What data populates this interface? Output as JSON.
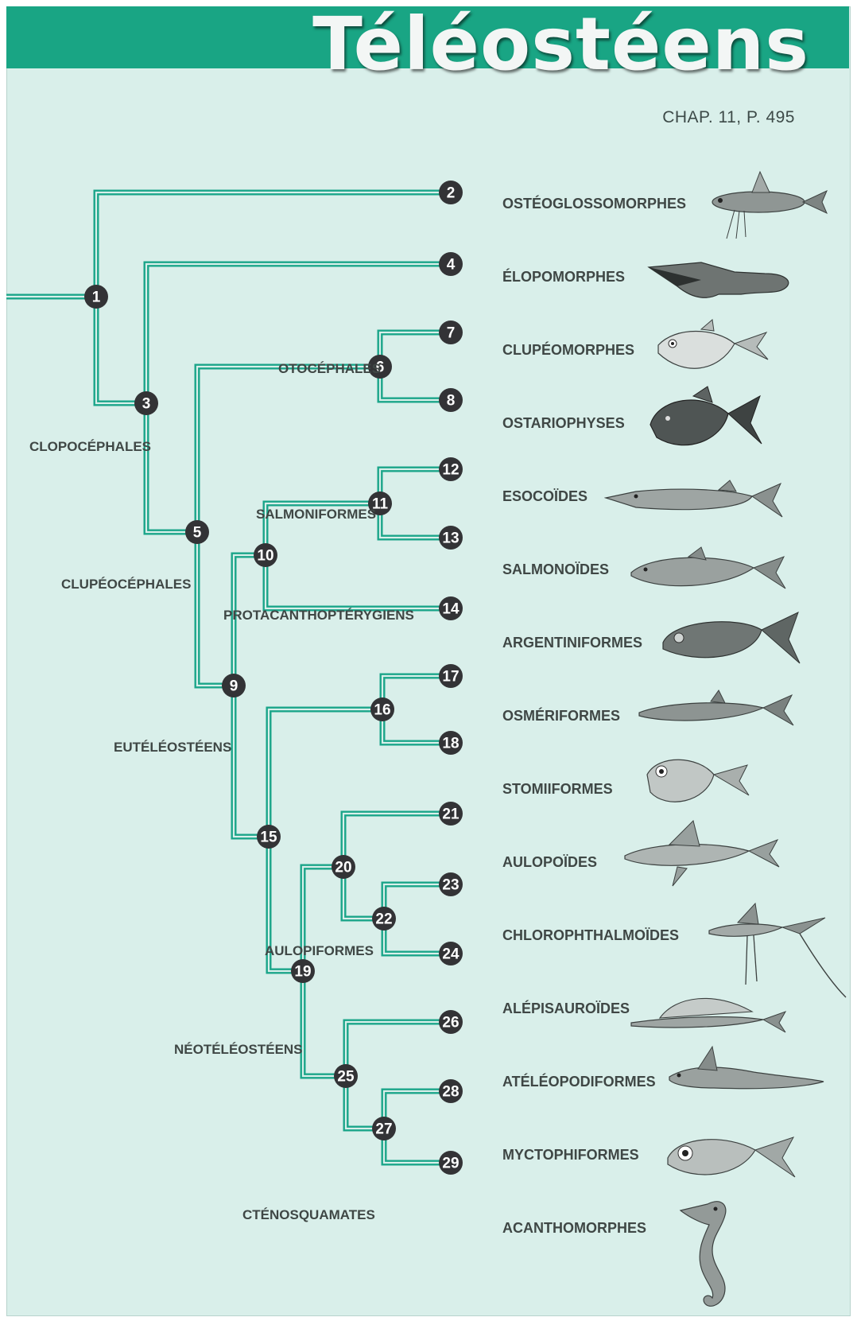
{
  "header": {
    "title": "Téléostéens",
    "chapter_ref": "CHAP. 11, P. 495"
  },
  "colors": {
    "background": "#d9efea",
    "header_band": "#19a584",
    "branch": "#1aa589",
    "node": "#333336",
    "text": "#3f4745"
  },
  "nodes": {
    "n1": "1",
    "n2": "2",
    "n3": "3",
    "n4": "4",
    "n5": "5",
    "n6": "6",
    "n7": "7",
    "n8": "8",
    "n9": "9",
    "n10": "10",
    "n11": "11",
    "n12": "12",
    "n13": "13",
    "n14": "14",
    "n15": "15",
    "n16": "16",
    "n17": "17",
    "n18": "18",
    "n19": "19",
    "n20": "20",
    "n21": "21",
    "n22": "22",
    "n23": "23",
    "n24": "24",
    "n25": "25",
    "n26": "26",
    "n27": "27",
    "n28": "28",
    "n29": "29"
  },
  "leaves": {
    "osteoglossomorphes": "OSTÉOGLOSSOMORPHES",
    "elopomorphes": "ÉLOPOMORPHES",
    "clupeomorphes": "CLUPÉOMORPHES",
    "ostariophyses": "OSTARIOPHYSES",
    "esocoides": "ESOCOÏDES",
    "salmonoides": "SALMONOÏDES",
    "argentiniformes": "ARGENTINIFORMES",
    "osmeriformes": "OSMÉRIFORMES",
    "stomiiformes": "STOMIIFORMES",
    "aulopoides": "AULOPOÏDES",
    "chlorophthalmoides": "CHLOROPHTHALMOÏDES",
    "alepisauroides": "ALÉPISAUROÏDES",
    "ateleopodiformes": "ATÉLÉOPODIFORMES",
    "myctophiformes": "MYCTOPHIFORMES",
    "acanthomorphes": "ACANTHOMORPHES"
  },
  "clades": {
    "clopocephales": "CLOPOCÉPHALES",
    "otocephales": "OTOCÉPHALES",
    "clupeocephales": "CLUPÉOCÉPHALES",
    "salmoniformes": "SALMONIFORMES",
    "protacanthopterygiens": "PROTACANTHOPTÉRYGIENS",
    "euteleosteens": "EUTÉLÉOSTÉENS",
    "aulopiformes": "AULOPIFORMES",
    "neoteleosteens": "NÉOTÉLÉOSTÉENS",
    "ctenosquamates": "CTÉNOSQUAMATES"
  }
}
